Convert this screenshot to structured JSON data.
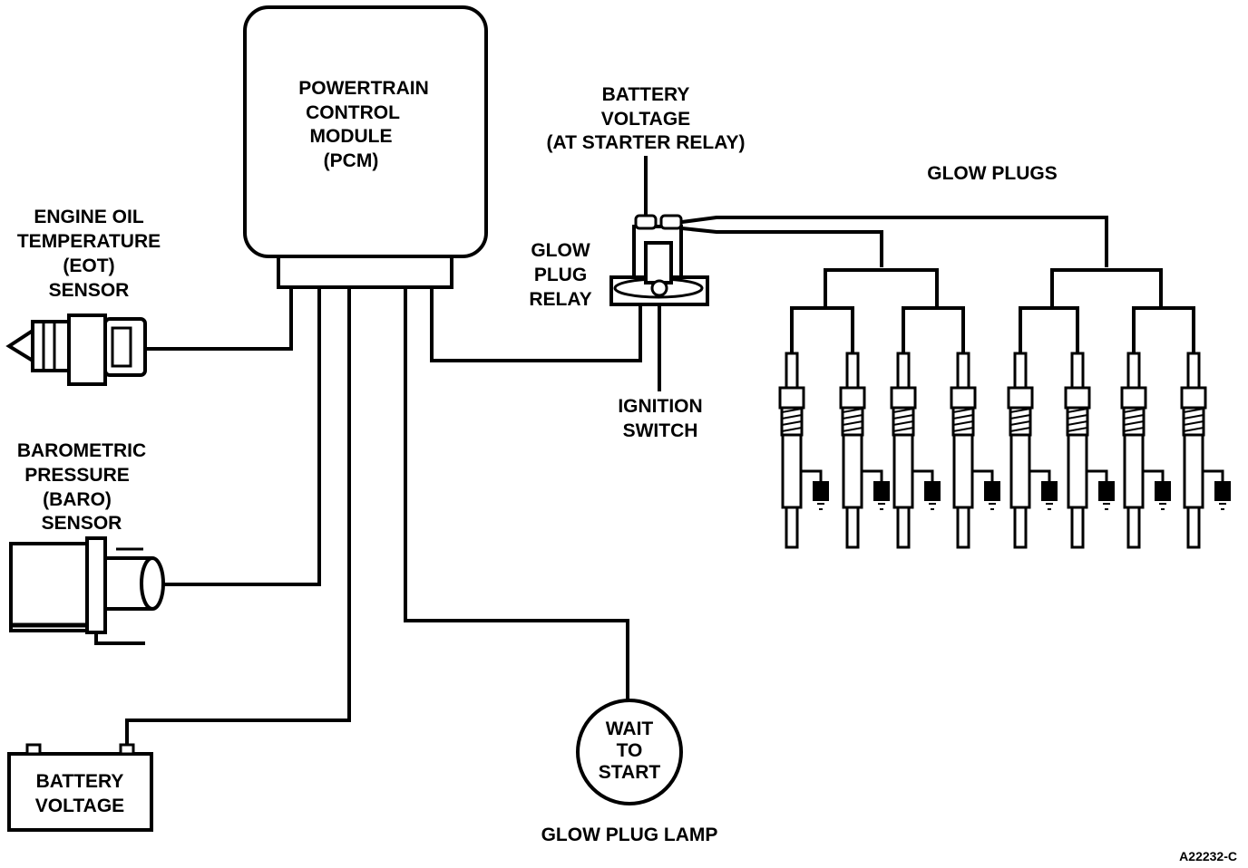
{
  "pcm": {
    "lines": [
      "POWERTRAIN",
      "CONTROL",
      "MODULE",
      "(PCM)"
    ]
  },
  "battery_voltage_relay": {
    "lines": [
      "BATTERY",
      "VOLTAGE",
      "(AT STARTER RELAY)"
    ]
  },
  "glow_plugs": {
    "label": "GLOW PLUGS",
    "count": 8
  },
  "eot_sensor": {
    "lines": [
      "ENGINE OIL",
      "TEMPERATURE",
      "(EOT)",
      "SENSOR"
    ]
  },
  "glow_plug_relay": {
    "lines": [
      "GLOW",
      "PLUG",
      "RELAY"
    ]
  },
  "ignition_switch": {
    "lines": [
      "IGNITION",
      "SWITCH"
    ]
  },
  "baro_sensor": {
    "lines": [
      "BAROMETRIC",
      "PRESSURE",
      "(BARO)",
      "SENSOR"
    ]
  },
  "battery": {
    "lines": [
      "BATTERY",
      "VOLTAGE"
    ]
  },
  "lamp": {
    "lines": [
      "WAIT",
      "TO",
      "START"
    ],
    "caption": "GLOW PLUG LAMP"
  },
  "figure_id": "A22232-C"
}
